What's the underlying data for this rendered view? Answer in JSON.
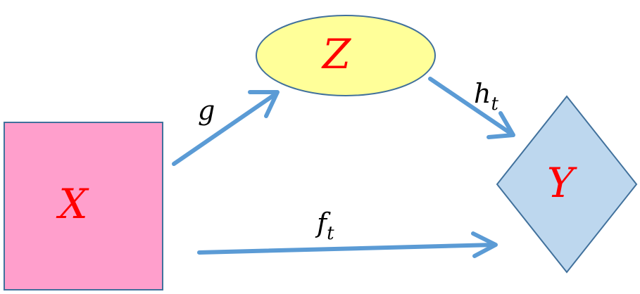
{
  "nodes": {
    "x": {
      "label": "X",
      "fill": "#ff9fcc",
      "stroke": "#41719c",
      "text_color": "#ff0000",
      "shape": "square"
    },
    "z": {
      "label": "Z",
      "fill": "#ffff99",
      "stroke": "#41719c",
      "text_color": "#ff0000",
      "shape": "ellipse"
    },
    "y": {
      "label": "Y",
      "fill": "#bdd7ee",
      "stroke": "#41719c",
      "text_color": "#ff0000",
      "shape": "diamond"
    }
  },
  "edges": {
    "x_to_z": {
      "label": "g",
      "subscript": ""
    },
    "z_to_y": {
      "label": "h",
      "subscript": "t"
    },
    "x_to_y": {
      "label": "f",
      "subscript": "t"
    }
  },
  "arrow_color": "#5b9bd5"
}
